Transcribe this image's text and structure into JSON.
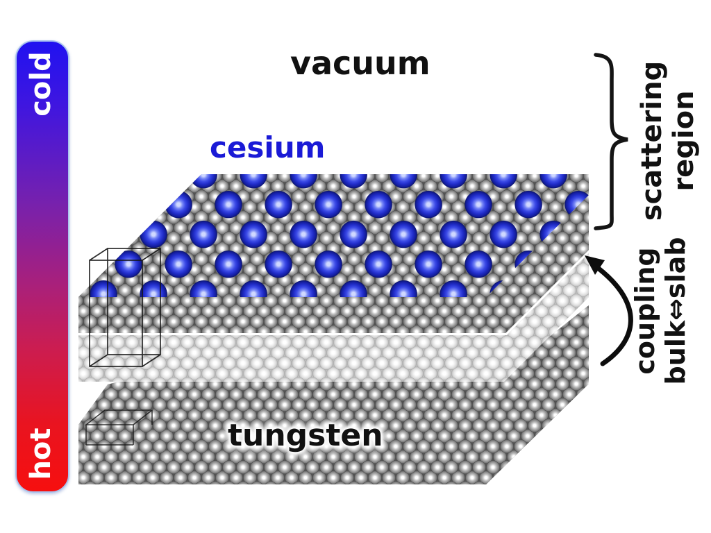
{
  "scene": {
    "labels": {
      "vacuum": "vacuum",
      "cesium": "cesium",
      "tungsten": "tungsten"
    },
    "temperature_bar": {
      "cold": "cold",
      "hot": "hot",
      "cold_color": "#2012f0",
      "hot_color": "#f60f0f"
    },
    "annotations": {
      "scattering_line1": "scattering",
      "scattering_line2": "region",
      "coupling_line1": "coupling",
      "coupling_line2": "bulk⇔slab"
    },
    "colors": {
      "cesium_atom": "#2b3adf",
      "cesium_text": "#1a1ad6",
      "tungsten_atom": "#8a8a8a",
      "coupling_layer_atom": "#d9d9d9",
      "annotation_ink": "#111111"
    },
    "icons": {
      "brace_icon": "curly-brace",
      "coupling_arrow_icon": "curved-arrow",
      "unit_cell_icon": "wireframe-unit-cell"
    }
  }
}
